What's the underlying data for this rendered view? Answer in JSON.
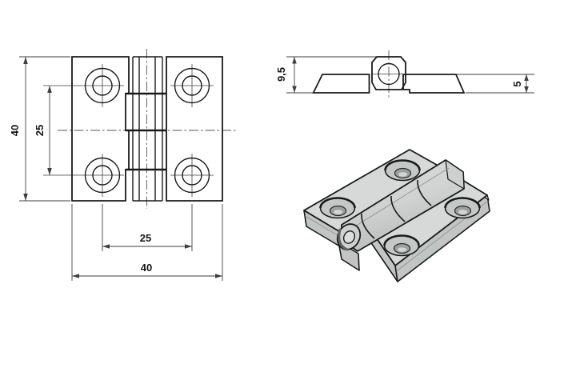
{
  "drawing": {
    "front_view": {
      "dim_overall_height": "40",
      "dim_hole_spacing_vertical": "25",
      "dim_hole_spacing_horizontal": "25",
      "dim_overall_width": "40"
    },
    "side_view": {
      "dim_total_height": "9,5",
      "dim_leaf_thickness": "5"
    }
  },
  "colors": {
    "background": "#ffffff",
    "line": "#1a1a1a",
    "dim_line": "#3f3f3f",
    "centerline": "#555555",
    "face_top": "#d7d9d8",
    "face_side": "#c1c5c4",
    "face_chamfer": "#cdd0cf",
    "barrel_light": "#dcdedd",
    "barrel_dark": "#b9bdbc",
    "hole_cone": "#c4c8c7",
    "hole_inner": "#9aa09f",
    "hole_glint": "#d2d5d4",
    "pin_face": "#ced1d0",
    "pin_inner": "#dcdedd",
    "pin_shadow": "#5d6261"
  }
}
